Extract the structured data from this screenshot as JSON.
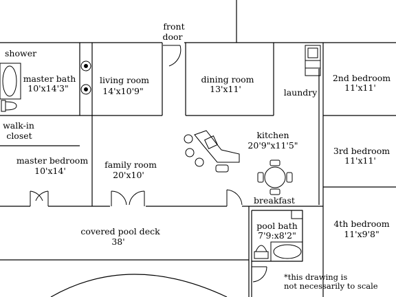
{
  "rooms": {
    "front_door": {
      "line1": "front",
      "line2": "door"
    },
    "shower": "shower",
    "master_bath": {
      "name": "master bath",
      "size": "10'x14'3\""
    },
    "living_room": {
      "name": "living room",
      "size": "14'x10'9\""
    },
    "dining_room": {
      "name": "dining room",
      "size": "13'x11'"
    },
    "laundry": "laundry",
    "bedroom2": {
      "name": "2nd bedroom",
      "size": "11'x11'"
    },
    "walk_in_closet": {
      "line1": "walk-in",
      "line2": "closet"
    },
    "kitchen": {
      "name": "kitchen",
      "size": "20'9\"x11'5\""
    },
    "bedroom3": {
      "name": "3rd bedroom",
      "size": "11'x11'"
    },
    "master_bedroom": {
      "name": "master bedroom",
      "size": "10'x14'"
    },
    "family_room": {
      "name": "family room",
      "size": "20'x10'"
    },
    "breakfast": "breakfast",
    "pool_bath": {
      "name": "pool bath",
      "size": "7'9:x8'2\""
    },
    "bedroom4": {
      "name": "4th bedroom",
      "size": "11'x9'8\""
    },
    "pool_deck": {
      "name": "covered pool deck",
      "size": "38'"
    }
  },
  "note": {
    "line1": "*this drawing is",
    "line2": "not necessarily to scale"
  }
}
